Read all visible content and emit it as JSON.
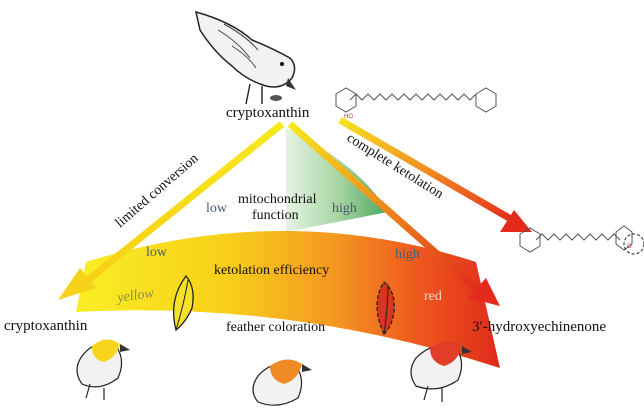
{
  "nodes": {
    "top_compound": "cryptoxanthin",
    "left_product": "cryptoxanthin",
    "right_product": "3′-hydroxyechinenone"
  },
  "edges": {
    "left_arrow": "limited conversion",
    "right_arrow": "complete ketolation"
  },
  "mitochondrial": {
    "title_line1": "mitochondrial",
    "title_line2": "function",
    "low": "low",
    "high": "high"
  },
  "ketolation": {
    "title": "ketolation efficiency",
    "low": "low",
    "high": "high"
  },
  "coloration": {
    "title": "feather coloration",
    "yellow": "yellow",
    "red": "red"
  },
  "colors": {
    "yellow": "#f7e81e",
    "orange": "#f59a22",
    "red": "#e8311f",
    "green": "#5bb36a"
  },
  "icons": [
    "bird-illustration",
    "feather-icon",
    "molecule-structure"
  ]
}
